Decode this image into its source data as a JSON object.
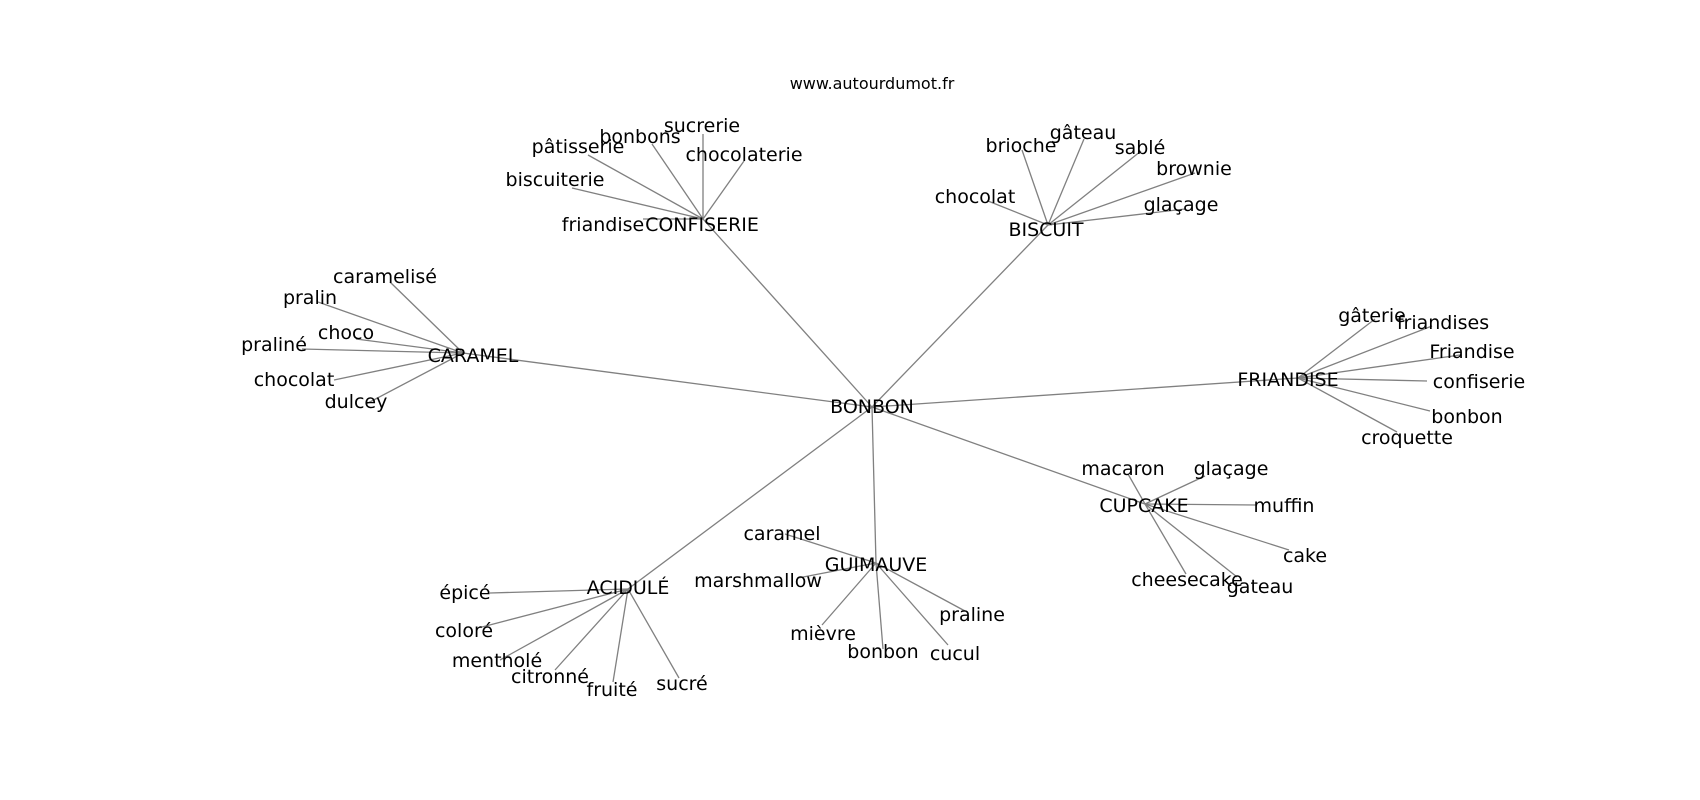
{
  "watermark": "www.autourdumot.fr",
  "center": "BONBON",
  "clusters": [
    {
      "label": "CONFISERIE",
      "words": [
        "sucrerie",
        "bonbons",
        "pâtisserie",
        "chocolaterie",
        "biscuiterie",
        "friandise"
      ]
    },
    {
      "label": "BISCUIT",
      "words": [
        "brioche",
        "gâteau",
        "sablé",
        "brownie",
        "chocolat",
        "glaçage"
      ]
    },
    {
      "label": "CARAMEL",
      "words": [
        "caramelisé",
        "pralin",
        "choco",
        "praliné",
        "chocolat",
        "dulcey"
      ]
    },
    {
      "label": "FRIANDISE",
      "words": [
        "gâterie",
        "friandises",
        "Friandise",
        "confiserie",
        "bonbon",
        "croquette"
      ]
    },
    {
      "label": "CUPCAKE",
      "words": [
        "macaron",
        "glaçage",
        "muffin",
        "cake",
        "cheesecake",
        "gateau"
      ]
    },
    {
      "label": "GUIMAUVE",
      "words": [
        "caramel",
        "marshmallow",
        "praline",
        "mièvre",
        "bonbon",
        "cucul"
      ]
    },
    {
      "label": "ACIDULÉ",
      "words": [
        "épicé",
        "coloré",
        "mentholé",
        "citronné",
        "fruité",
        "sucré"
      ]
    }
  ]
}
